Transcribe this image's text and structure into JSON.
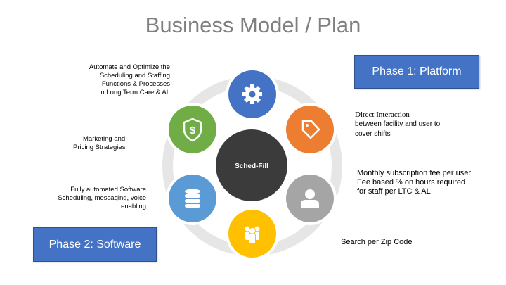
{
  "title": "Business Model / Plan",
  "phase1": "Phase 1: Platform",
  "phase2": "Phase 2: Software",
  "center_label": "Sched-Fill",
  "labels": {
    "top_left": [
      "Automate and Optimize the",
      "Scheduling and Staffing",
      "Functions & Processes",
      "in Long Term Care & AL"
    ],
    "mid_left": [
      "Marketing and",
      "Pricing Strategies"
    ],
    "bottom_left": [
      "Fully automated Software",
      "Scheduling, messaging, voice",
      "enabling"
    ],
    "right_top": [
      "Direct Interaction",
      "between facility and user to",
      "cover shifts"
    ],
    "right_mid": [
      "Monthly subscription fee per user",
      "Fee based % on hours required",
      "for staff per LTC & AL"
    ],
    "right_bottom": "Search per Zip Code"
  },
  "nodes": [
    {
      "name": "gear-node",
      "icon": "gear-icon",
      "color": "#4472c4"
    },
    {
      "name": "tag-node",
      "icon": "tag-icon",
      "color": "#ed7d31"
    },
    {
      "name": "user-node",
      "icon": "user-icon",
      "color": "#a5a5a5"
    },
    {
      "name": "team-node",
      "icon": "team-icon",
      "color": "#ffc000"
    },
    {
      "name": "database-node",
      "icon": "database-icon",
      "color": "#5b9bd5"
    },
    {
      "name": "shield-dollar-node",
      "icon": "shield-dollar-icon",
      "color": "#70ad47"
    }
  ],
  "colors": {
    "ring": "#d9d9d9",
    "center": "#3b3b3b",
    "box": "#4472c4"
  }
}
